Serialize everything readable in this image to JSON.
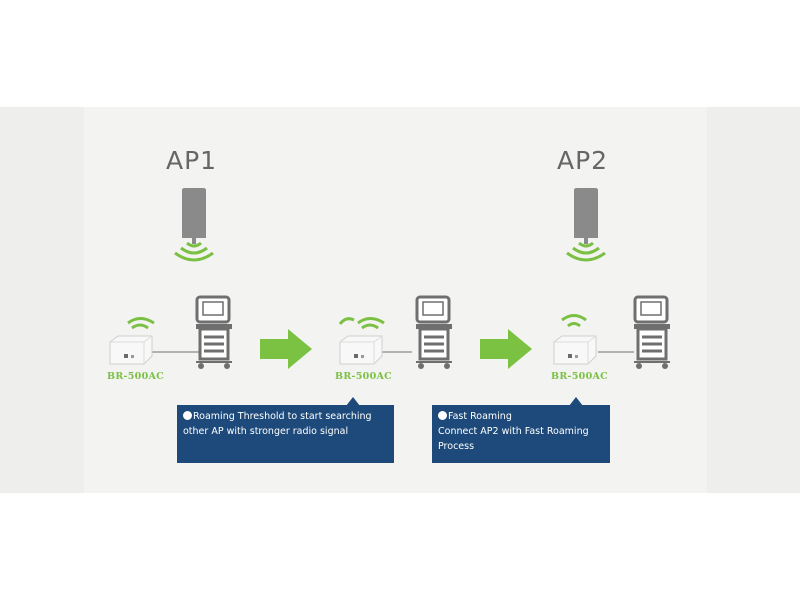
{
  "access_points": [
    {
      "label": "AP1"
    },
    {
      "label": "AP2"
    }
  ],
  "devices": [
    {
      "model": "BR-500AC"
    },
    {
      "model": "BR-500AC"
    },
    {
      "model": "BR-500AC"
    }
  ],
  "callouts": [
    {
      "lines": [
        "Roaming Threshold to start searching",
        "other AP with stronger radio signal"
      ]
    },
    {
      "lines": [
        "Fast Roaming",
        "Connect AP2 with Fast Roaming",
        "Process"
      ]
    }
  ],
  "colors": {
    "accent_green": "#7ac043",
    "arrow_green": "#7cc242",
    "callout_blue": "#1d4a7a",
    "antenna_gray": "#8a8a8a"
  }
}
